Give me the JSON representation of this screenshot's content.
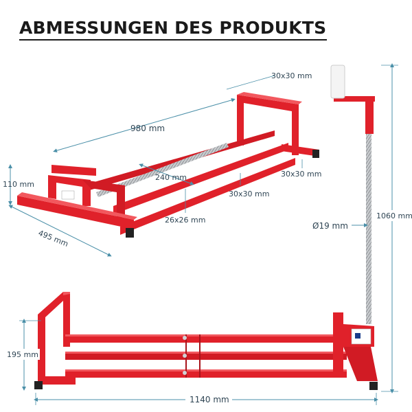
{
  "title": "ABMESSUNGEN DES PRODUKTS",
  "colors": {
    "frame": "#e0212a",
    "frame_dark": "#a8141b",
    "frame_light": "#f2585e",
    "dimension": "#4a8fa8",
    "label": "#2f4554",
    "threaded_rod": "#b9bcbf"
  },
  "top_view": {
    "length_label": "980 mm",
    "width_label": "495 mm",
    "height_label": "110 mm",
    "rail_top_label": "30x30 mm",
    "rail_side_label": "30x30 mm",
    "rail_middle_label": "30x30 mm",
    "rail_inner_label": "26x26 mm",
    "range_label": "240 mm"
  },
  "bottom_view": {
    "length_label": "1140 mm",
    "height_label": "195 mm",
    "total_height_label": "1060 mm",
    "rod_diameter_label": "Ø19 mm"
  }
}
